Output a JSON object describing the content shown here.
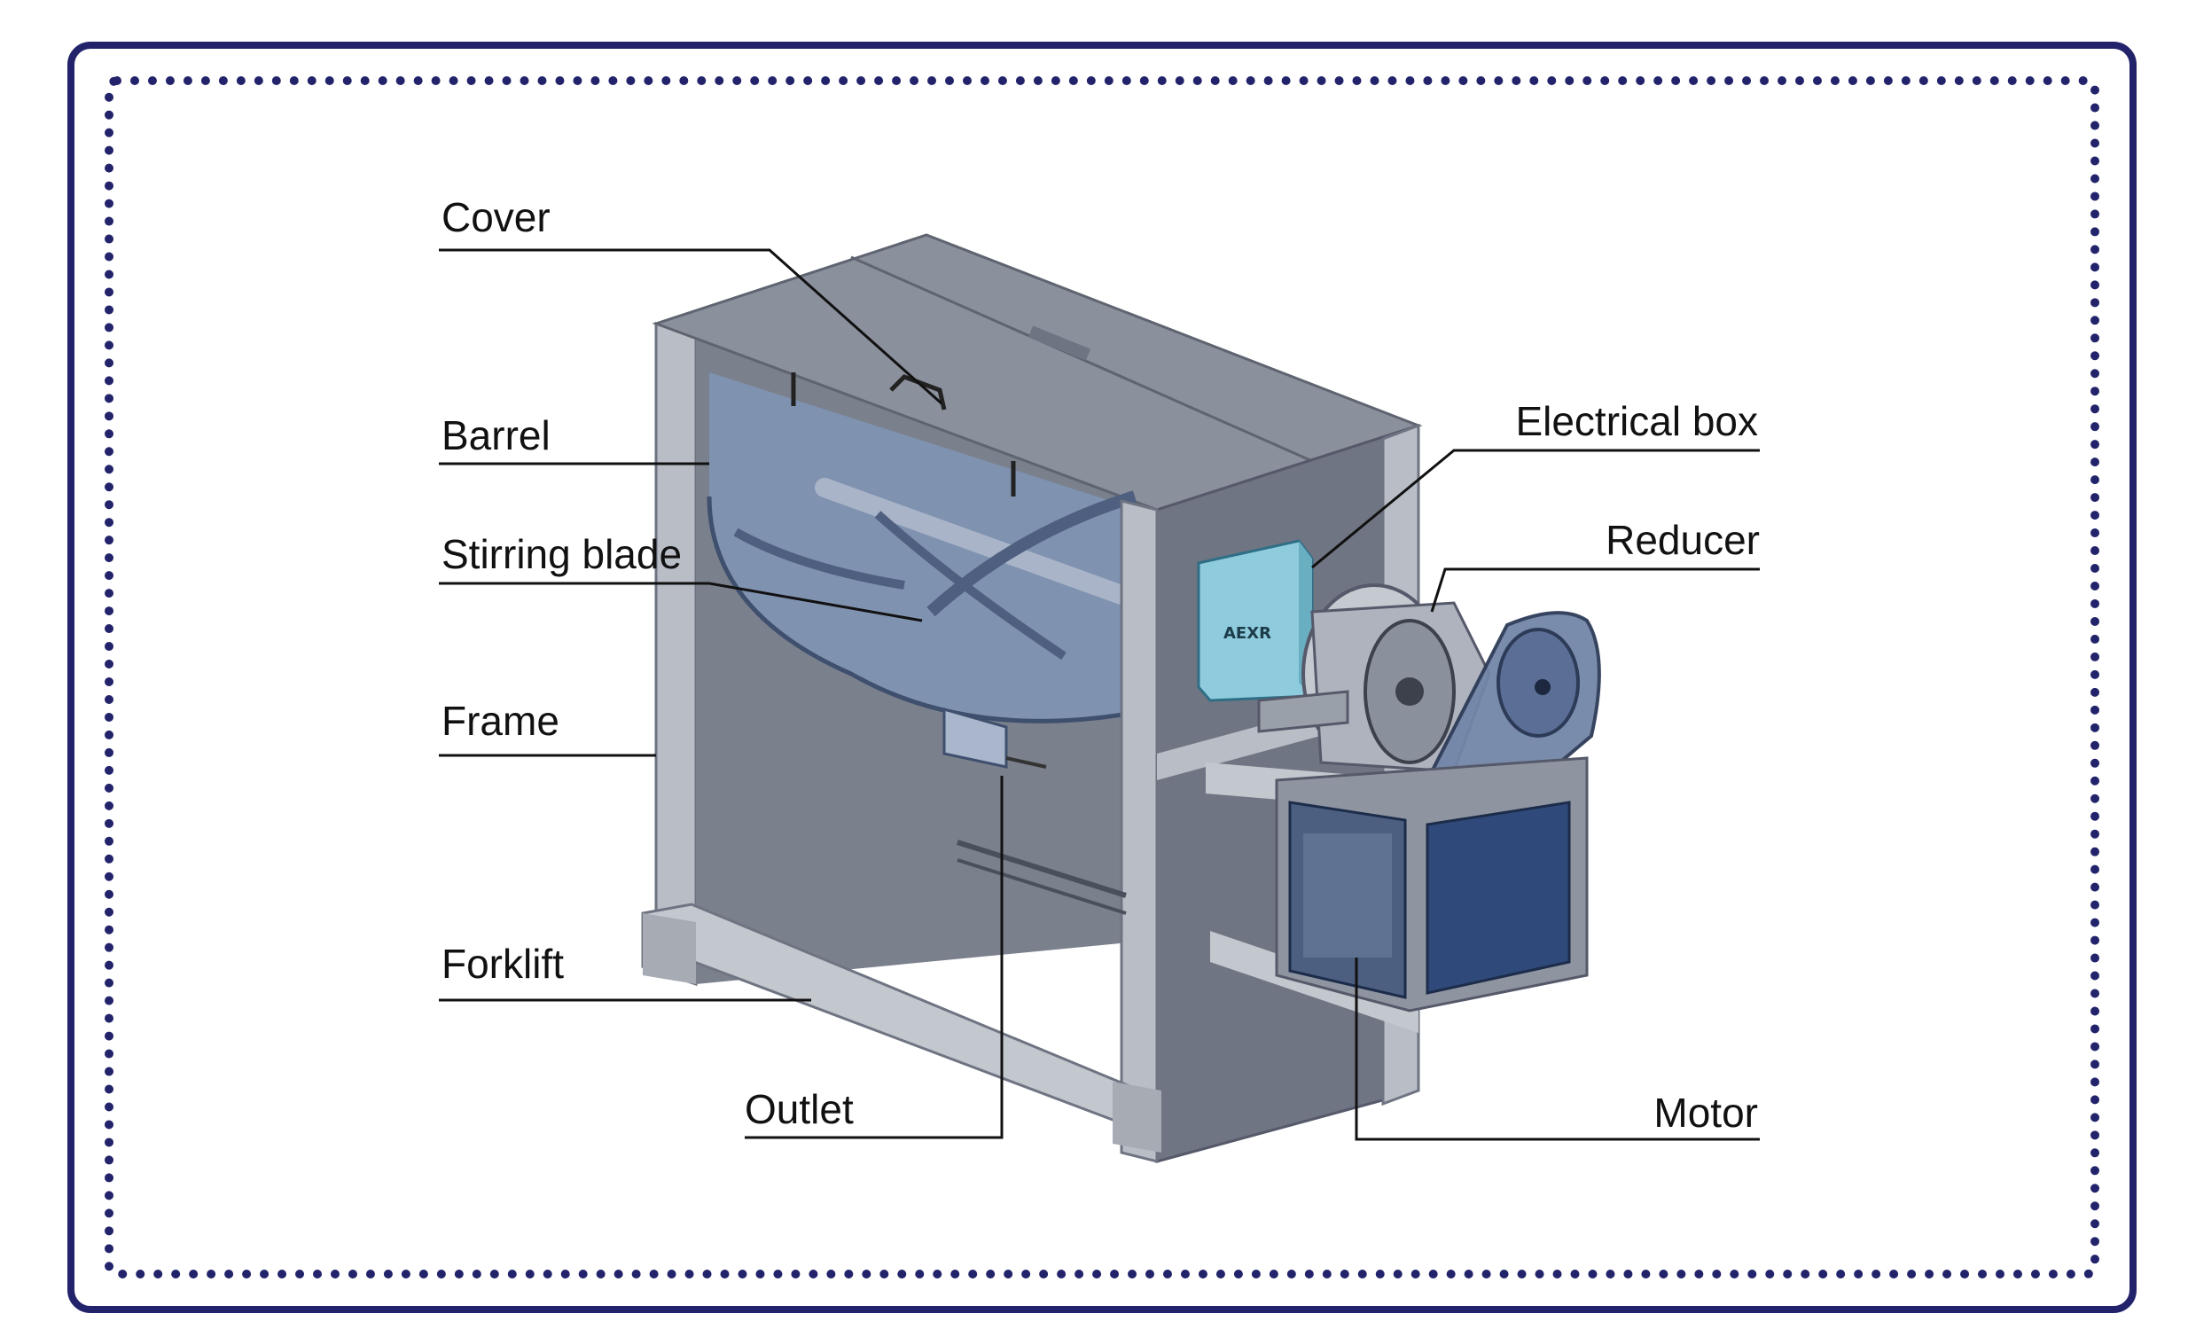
{
  "labels": {
    "cover": "Cover",
    "barrel": "Barrel",
    "stirring_blade": "Stirring blade",
    "frame": "Frame",
    "forklift": "Forklift",
    "outlet": "Outlet",
    "electrical_box": "Electrical box",
    "reducer": "Reducer",
    "motor": "Motor"
  },
  "colors": {
    "border": "#22236a",
    "metal_dark": "#6e7482",
    "metal_mid": "#8a909c",
    "metal_light": "#b6bbc3",
    "barrel_blue": "#7f93b4",
    "elec_box": "#8ecbdc",
    "motor_blue": "#2f4a7a",
    "leader": "#111111"
  }
}
